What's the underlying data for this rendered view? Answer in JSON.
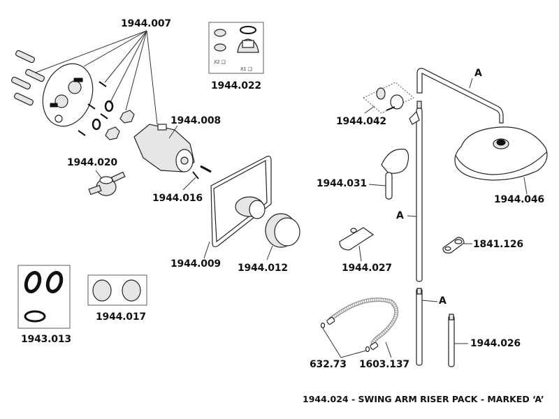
{
  "diagram": {
    "type": "exploded-parts-diagram",
    "labels": {
      "p1944_007": "1944.007",
      "p1944_022": "1944.022",
      "p1944_008": "1944.008",
      "p1944_020": "1944.020",
      "p1944_016": "1944.016",
      "p1944_009": "1944.009",
      "p1944_012": "1944.012",
      "p1943_013": "1943.013",
      "p1944_017": "1944.017",
      "p1944_042": "1944.042",
      "p1944_031": "1944.031",
      "p1944_046": "1944.046",
      "p1944_027": "1944.027",
      "p1841_126": "1841.126",
      "p1944_026": "1944.026",
      "p632_73": "632.73",
      "p1603_137": "1603.137",
      "markA1": "A",
      "markA2": "A",
      "markA3": "A"
    },
    "kit_box_1944_022": {
      "qty_left": "X2 ❑",
      "qty_right": "X1 ❑"
    },
    "footer": "1944.024 - SWING ARM RISER PACK - MARKED ‘A’"
  }
}
